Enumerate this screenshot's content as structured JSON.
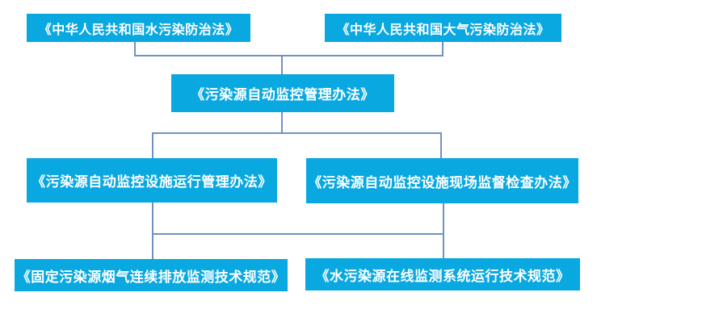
{
  "diagram": {
    "type": "flowchart",
    "colors": {
      "node_fill": "#0AA8E1",
      "node_text": "#FFFFFF",
      "connector": "#7191C4",
      "background": "#FFFFFF"
    },
    "nodes": [
      {
        "id": "water-pollution-law",
        "level": 1,
        "label": "《中华人民共和国水污染防治法》"
      },
      {
        "id": "air-pollution-law",
        "level": 1,
        "label": "《中华人民共和国大气污染防治法》"
      },
      {
        "id": "auto-monitoring-measures",
        "level": 2,
        "label": "《污染源自动监控管理办法》"
      },
      {
        "id": "facility-operation-measures",
        "level": 3,
        "label": "《污染源自动监控设施运行管理办法》"
      },
      {
        "id": "onsite-inspection-measures",
        "level": 3,
        "label": "《污染源自动监控设施现场监督检查办法》"
      },
      {
        "id": "flue-gas-cems-spec",
        "level": 4,
        "label": "《固定污染源烟气连续排放监测技术规范》"
      },
      {
        "id": "water-online-monitoring-spec",
        "level": 4,
        "label": "《水污染源在线监测系统运行技术规范》"
      }
    ],
    "edges": [
      {
        "from": "water-pollution-law",
        "to": "auto-monitoring-measures"
      },
      {
        "from": "air-pollution-law",
        "to": "auto-monitoring-measures"
      },
      {
        "from": "auto-monitoring-measures",
        "to": "facility-operation-measures"
      },
      {
        "from": "auto-monitoring-measures",
        "to": "onsite-inspection-measures"
      },
      {
        "from": "facility-operation-measures",
        "to": "flue-gas-cems-spec",
        "via": "shared-bus"
      },
      {
        "from": "facility-operation-measures",
        "to": "water-online-monitoring-spec",
        "via": "shared-bus"
      },
      {
        "from": "onsite-inspection-measures",
        "to": "flue-gas-cems-spec",
        "via": "shared-bus"
      },
      {
        "from": "onsite-inspection-measures",
        "to": "water-online-monitoring-spec",
        "via": "shared-bus"
      }
    ]
  }
}
